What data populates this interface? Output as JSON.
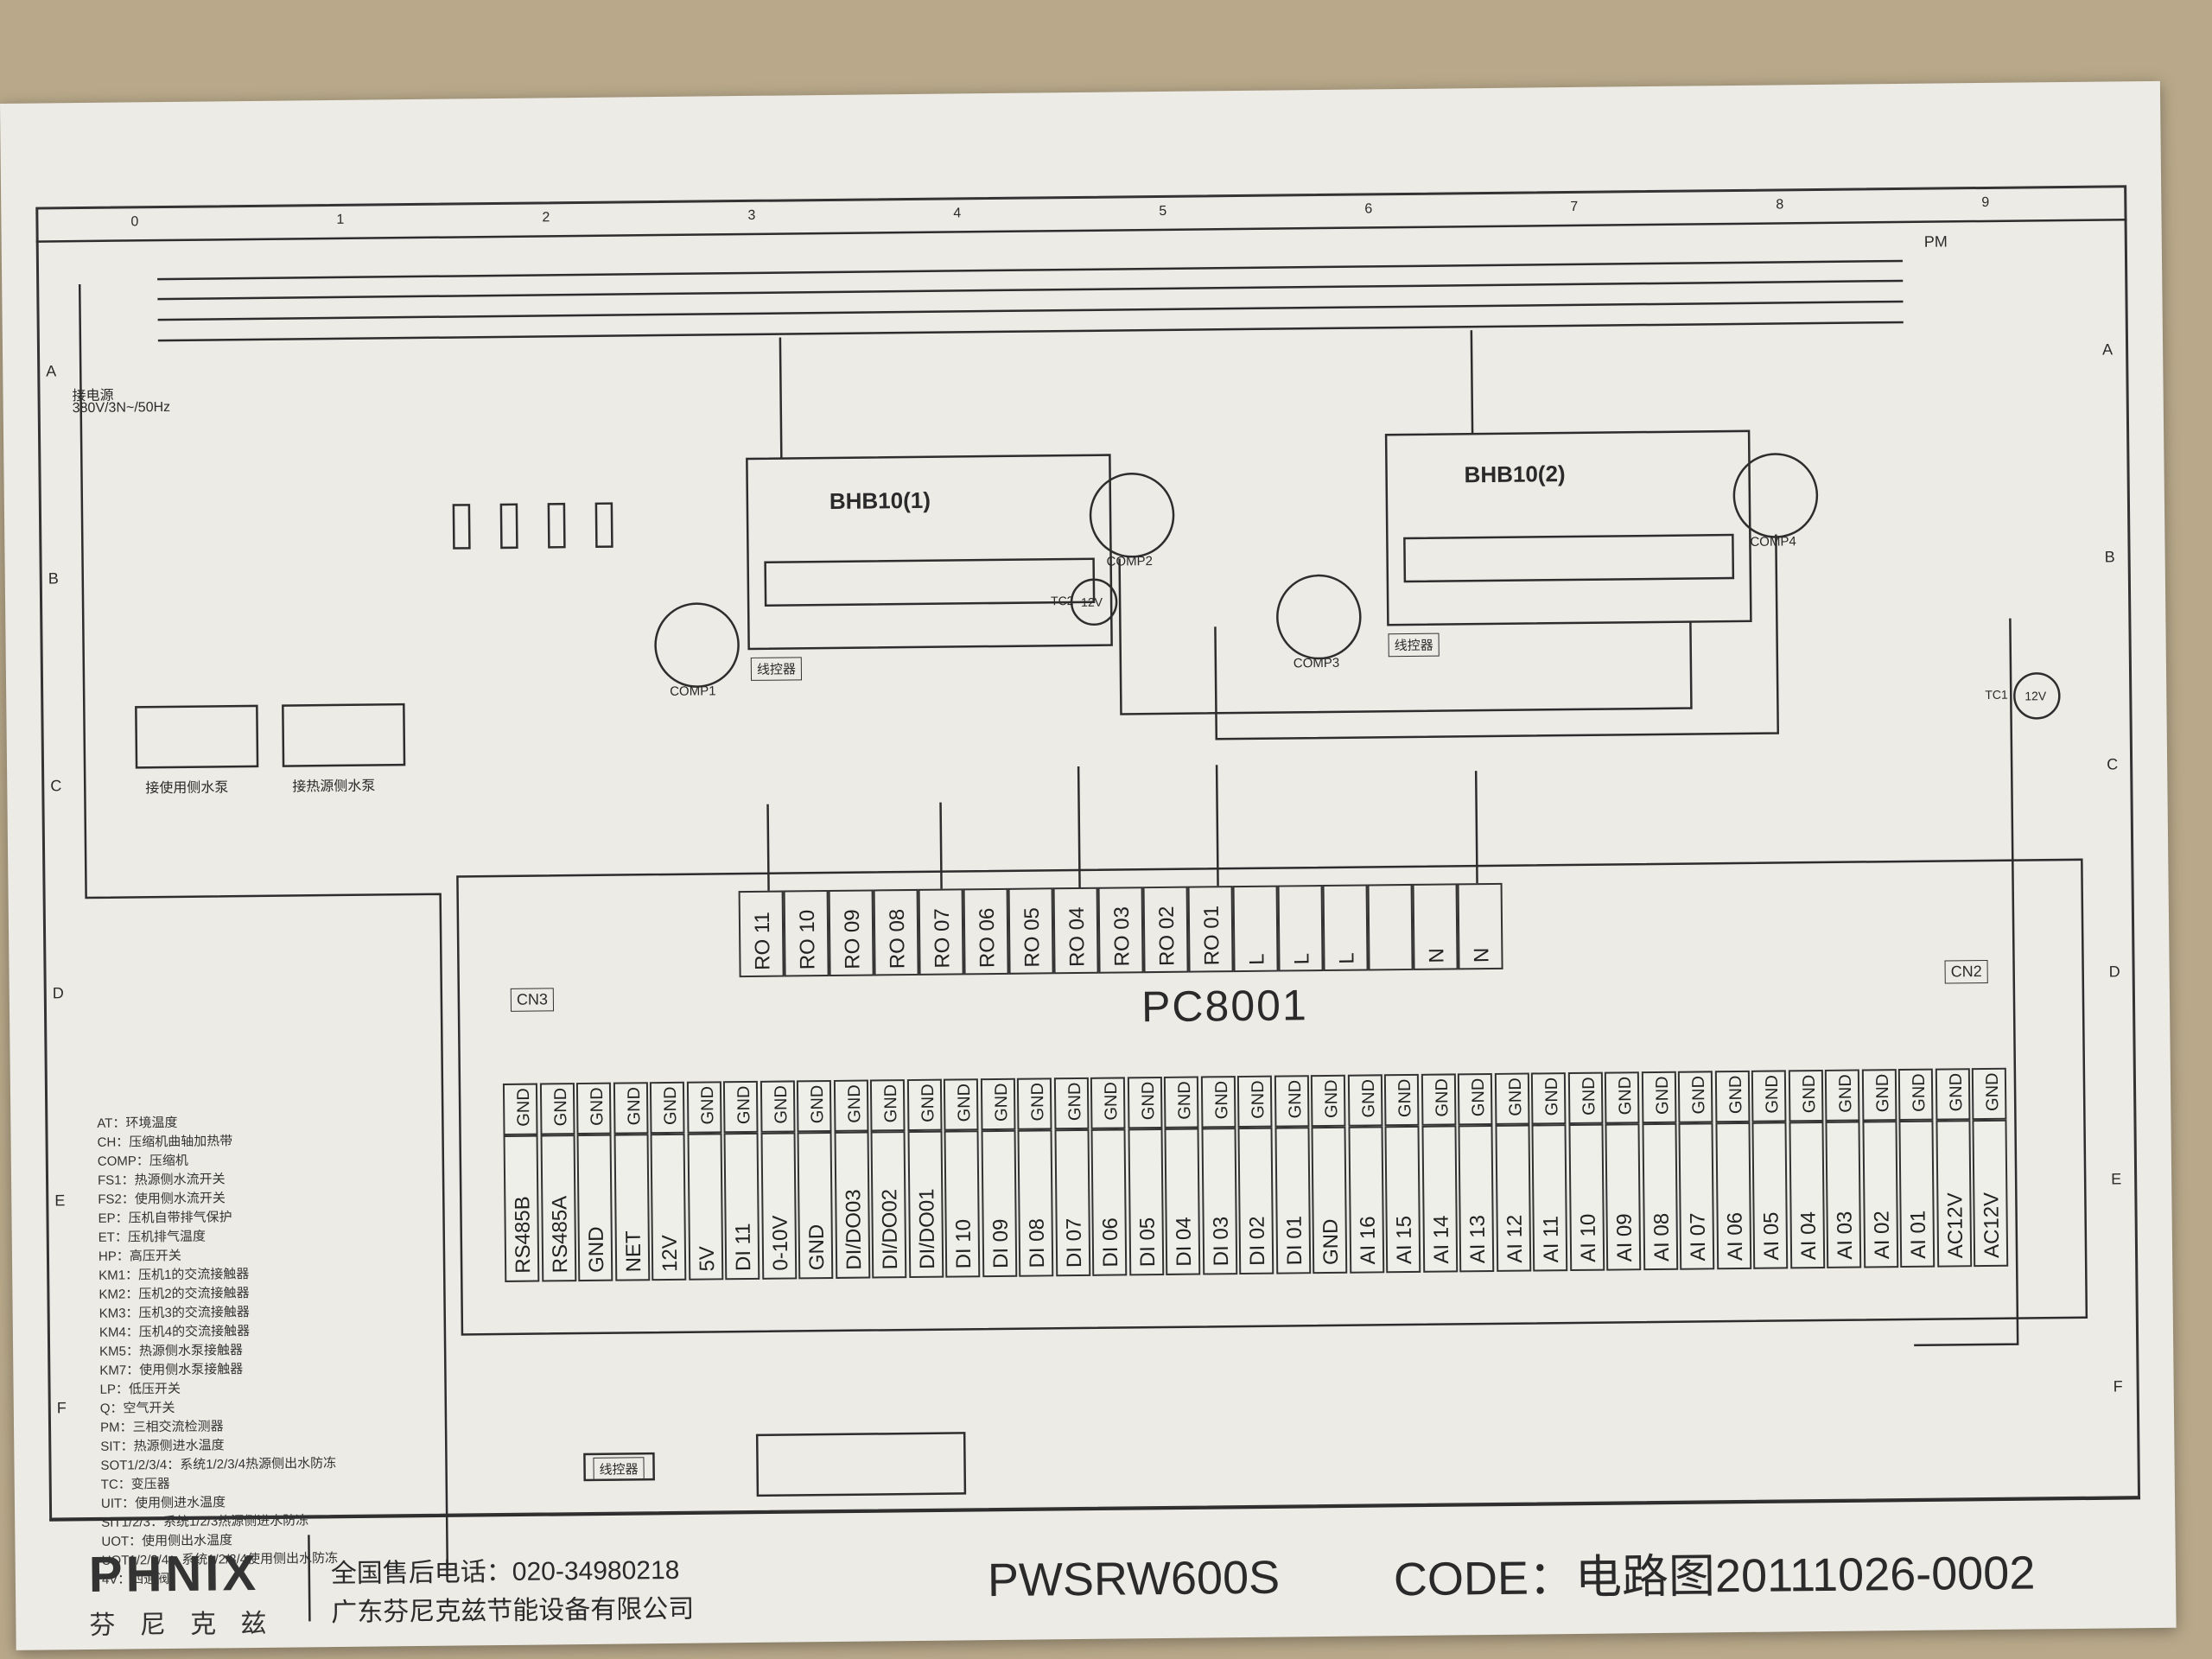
{
  "drawing": {
    "model_title": "PC8001",
    "sub_board_1": "BHB10(1)",
    "sub_board_2": "BHB10(2)",
    "power_label": "接电源",
    "power_spec": "380V/3N~/50Hz",
    "pm_label": "PM",
    "cn3": "CN3",
    "cn2": "CN2",
    "pump_user": "接使用侧水泵",
    "pump_heat": "接热源侧水泵",
    "controller": "线控器",
    "compressors": [
      "COMP1",
      "COMP2",
      "COMP3",
      "COMP4"
    ],
    "tc2": "TC2",
    "tc1": "TC1",
    "voltage": "12V",
    "columns": [
      "0",
      "1",
      "2",
      "3",
      "4",
      "5",
      "6",
      "7",
      "8",
      "9"
    ],
    "rows": [
      "A",
      "B",
      "C",
      "D",
      "E",
      "F"
    ],
    "ro_terminals": [
      "RO 11",
      "RO 10",
      "RO 09",
      "RO 08",
      "RO 07",
      "RO 06",
      "RO 05",
      "RO 04",
      "RO 03",
      "RO 02",
      "RO 01",
      "L",
      "L",
      "L",
      "",
      "N",
      "N"
    ],
    "gnd_label": "GND",
    "bottom_pins": [
      "RS485B",
      "RS485A",
      "GND",
      "NET",
      "12V",
      "5V",
      "DI 11",
      "0-10V",
      "GND",
      "DI/DO03",
      "DI/DO02",
      "DI/DO01",
      "DI 10",
      "DI 09",
      "DI 08",
      "DI 07",
      "DI 06",
      "DI 05",
      "DI 04",
      "DI 03",
      "DI 02",
      "DI 01",
      "GND",
      "AI 16",
      "AI 15",
      "AI 14",
      "AI 13",
      "AI 12",
      "AI 11",
      "AI 10",
      "AI 09",
      "AI 08",
      "AI 07",
      "AI 06",
      "AI 05",
      "AI 04",
      "AI 03",
      "AI 02",
      "AI 01",
      "AC12V",
      "AC12V"
    ]
  },
  "legend": [
    "AT：环境温度",
    "CH：压缩机曲轴加热带",
    "COMP：压缩机",
    "FS1：热源侧水流开关",
    "FS2：使用侧水流开关",
    "EP：压机自带排气保护",
    "ET：压机排气温度",
    "HP：高压开关",
    "KM1：压机1的交流接触器",
    "KM2：压机2的交流接触器",
    "KM3：压机3的交流接触器",
    "KM4：压机4的交流接触器",
    "KM5：热源侧水泵接触器",
    "KM7：使用侧水泵接触器",
    "LP：低压开关",
    "Q：空气开关",
    "PM：三相交流检测器",
    "SIT：热源侧进水温度",
    "SOT1/2/3/4：系统1/2/3/4热源侧出水防冻",
    "TC：变压器",
    "UIT：使用侧进水温度",
    "SIT1/2/3：系统1/2/3热源侧进水防冻",
    "UOT：使用侧出水温度",
    "UOT1/2/3/4：系统1/2/3/4使用侧出水防冻",
    "4V：四通阀"
  ],
  "footer": {
    "brand": "PHNIX",
    "brand_cn": "芬 尼 克 兹",
    "hotline": "全国售后电话：020-34980218",
    "company": "广东芬尼克兹节能设备有限公司",
    "model": "PWSRW600S",
    "code": "CODE：电路图20111026-0002"
  },
  "colors": {
    "paper": "#ecebe6",
    "ink": "#2a2a2a",
    "wall": "#b9a98a"
  }
}
